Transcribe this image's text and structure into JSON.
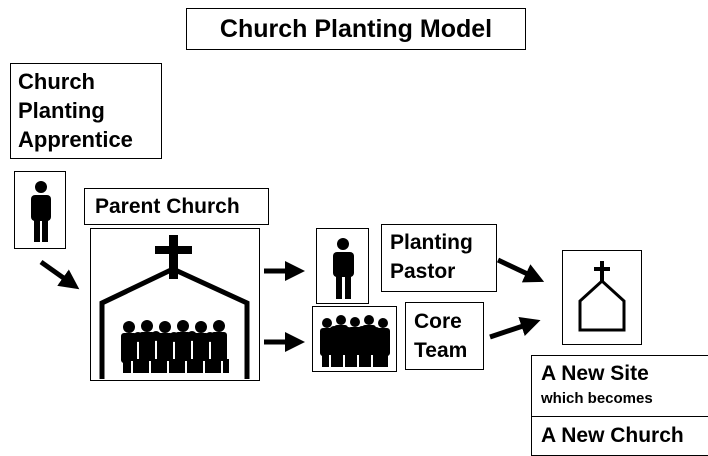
{
  "title": "Church Planting Model",
  "apprentice": {
    "lines": [
      "Church",
      "Planting",
      "Apprentice"
    ],
    "icon": "person-icon"
  },
  "parent_church": {
    "label": "Parent Church",
    "icon": "church-building-with-congregation-icon"
  },
  "planting_pastor": {
    "lines": [
      "Planting",
      "Pastor"
    ],
    "icon": "person-icon"
  },
  "core_team": {
    "lines": [
      "Core",
      "Team"
    ],
    "icon": "group-of-people-icon"
  },
  "new_site": {
    "line1": "A New Site",
    "line2": "which becomes",
    "icon": "small-church-icon"
  },
  "new_church": {
    "label": "A New Church"
  }
}
